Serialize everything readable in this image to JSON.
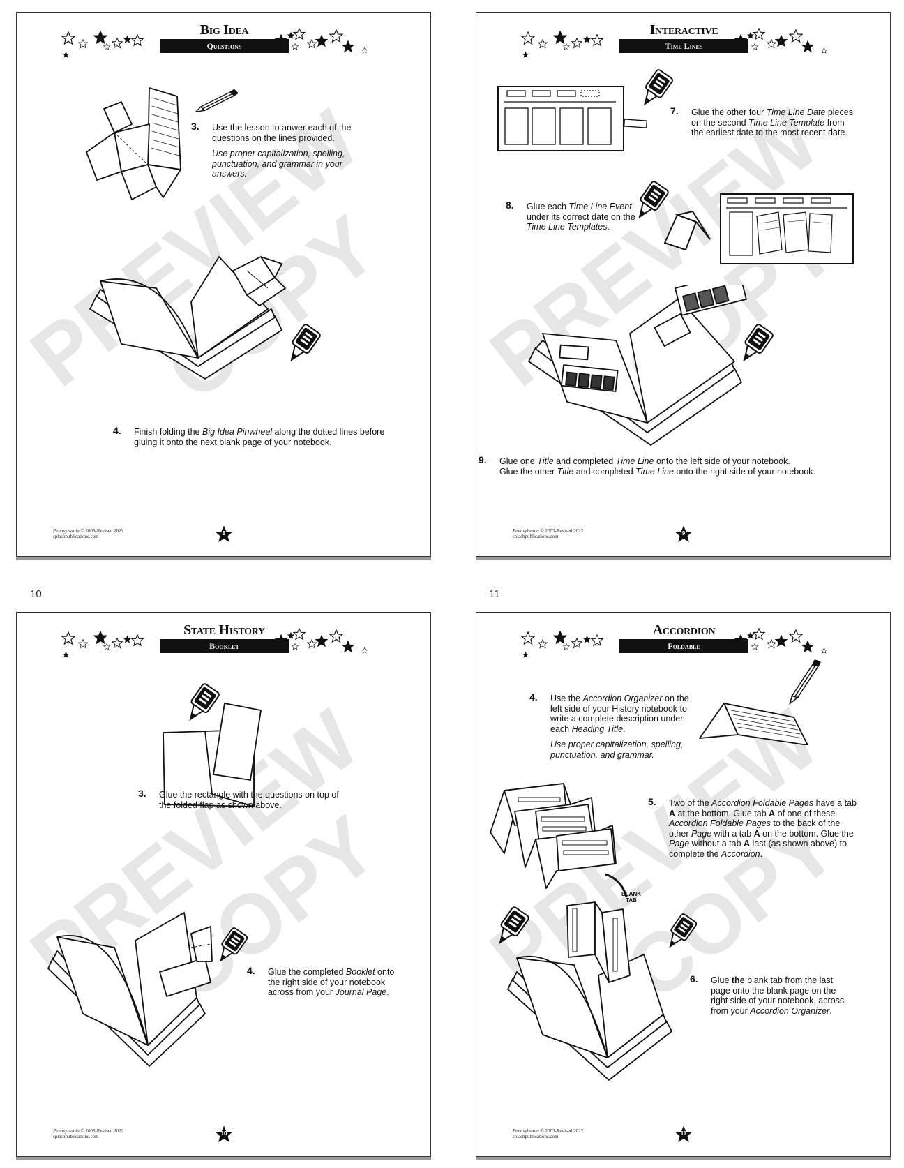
{
  "sheet_labels": {
    "left": "10",
    "right": "11"
  },
  "copyright": {
    "state": "Pennsylvania",
    "rest": " © 2003-Revised 2022",
    "site": "splashpublications.com"
  },
  "watermark": {
    "line1": "PREVIEW",
    "line2": "COPY"
  },
  "pages": [
    {
      "title": "Big Idea",
      "subtitle": "Questions",
      "number": "8",
      "steps": [
        {
          "num": "3.",
          "text": "Use the lesson to anwer each of the questions on the lines provided.",
          "note": "Use proper capitalization, spelling, punctuation, and grammar in your answers."
        },
        {
          "num": "4.",
          "text_a": "Finish folding the ",
          "em": "Big Idea Pinwheel",
          "text_b": " along the dotted lines before gluing it onto the next blank page of your notebook."
        }
      ]
    },
    {
      "title": "Interactive",
      "subtitle": "Time Lines",
      "number": "9",
      "steps": [
        {
          "num": "7.",
          "a": "Glue the other four ",
          "b": "Time Line Date",
          "c": " pieces on the second ",
          "d": "Time Line Template",
          "e": " from the earliest date to the most recent date."
        },
        {
          "num": "8.",
          "a": "Glue each ",
          "b": "Time Line Event",
          "c": " under its correct date on the ",
          "d": "Time Line Templates",
          "e": "."
        },
        {
          "num": "9.",
          "a": "Glue one ",
          "b": "Title",
          "c": " and completed ",
          "d": "Time Line",
          "e": " onto the left side of your notebook.",
          "f": "Glue the other ",
          "g": "Title",
          "h": " and completed ",
          "i": "Time Line",
          "j": " onto the right side of your notebook."
        }
      ]
    },
    {
      "title": "State History",
      "subtitle": "Booklet",
      "number": "10",
      "steps": [
        {
          "num": "3.",
          "text": "Glue the rectangle with the questions on top of the folded flap as shown above."
        },
        {
          "num": "4.",
          "a": "Glue the completed ",
          "b": "Booklet",
          "c": " onto the right side of your notebook across from your ",
          "d": "Journal Page",
          "e": "."
        }
      ]
    },
    {
      "title": "Accordion",
      "subtitle": "Foldable",
      "number": "11",
      "steps": [
        {
          "num": "4.",
          "a": "Use the ",
          "b": "Accordion Organizer",
          "c": " on the left side of your History notebook to write a complete description under each ",
          "d": "Heading Title",
          "e": ".",
          "note": "Use proper capitalization, spelling, punctuation, and grammar."
        },
        {
          "num": "5.",
          "a": "Two of the ",
          "b": "Accordion Foldable Pages",
          "c": " have a tab ",
          "d": "A",
          "e": " at the bottom.  Glue tab ",
          "f": "A",
          "g": " of one of these ",
          "h": "Accordion Foldable Pages",
          "i": " to the back of the other ",
          "j": "Page",
          "k": " with a tab ",
          "l": "A",
          "m": " on the bottom. Glue the ",
          "n": "Page",
          "o": " without a tab ",
          "p": "A",
          "q": " last (as shown above) to complete the ",
          "r": "Accordion",
          "s": "."
        },
        {
          "num": "6.",
          "a": "Glue ",
          "b": "the",
          "c": " blank tab from the last page onto the blank page on the right side of your notebook, across from your ",
          "d": "Accordion Organizer",
          "e": "."
        }
      ],
      "blank_tab_label": [
        "BLANK",
        "TAB"
      ]
    }
  ]
}
